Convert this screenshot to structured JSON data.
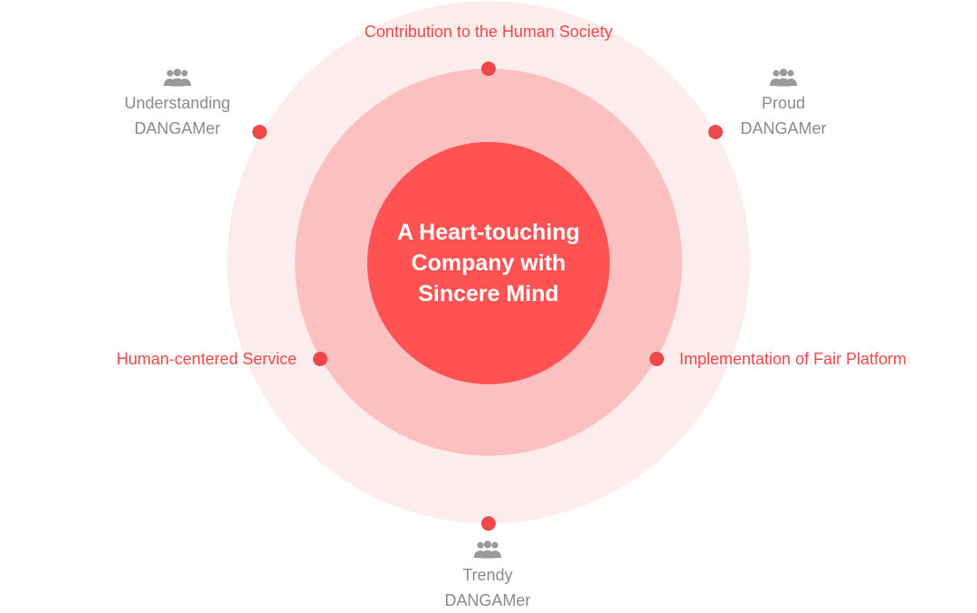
{
  "colors": {
    "outer_ring": "#fdecec",
    "middle_ring": "#fcc0c0",
    "core": "#ff5252",
    "accent": "#f04848",
    "persona_text": "#8a8a8a",
    "persona_icon": "#9a9a9a"
  },
  "core": {
    "title": "A Heart-touching\nCompany with\nSincere Mind"
  },
  "values": [
    {
      "label": "Contribution to the Human Society"
    },
    {
      "label": "Human-centered Service"
    },
    {
      "label": "Implementation of Fair Platform"
    }
  ],
  "personas": [
    {
      "icon": "people-group-icon",
      "label": "Understanding\nDANGAMer"
    },
    {
      "icon": "people-group-icon",
      "label": "Proud\nDANGAMer"
    },
    {
      "icon": "people-group-icon",
      "label": "Trendy\nDANGAMer"
    }
  ]
}
